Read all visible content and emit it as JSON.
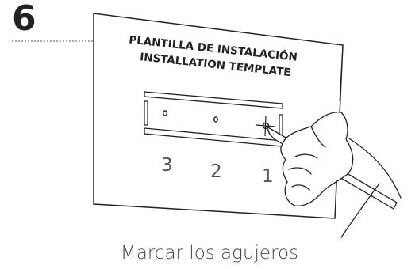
{
  "step": {
    "number": "6"
  },
  "template": {
    "title_line1": "PLANTILLA DE INSTALACIÓN",
    "title_line2": "INSTALLATION TEMPLATE"
  },
  "hole_labels": [
    "3",
    "2",
    "1"
  ],
  "caption": "Marcar los agujeros",
  "icons": [
    "hand-with-pencil-icon",
    "crosshair-icon"
  ],
  "colors": {
    "line": "#222222",
    "text": "#444444",
    "background": "#ffffff"
  }
}
